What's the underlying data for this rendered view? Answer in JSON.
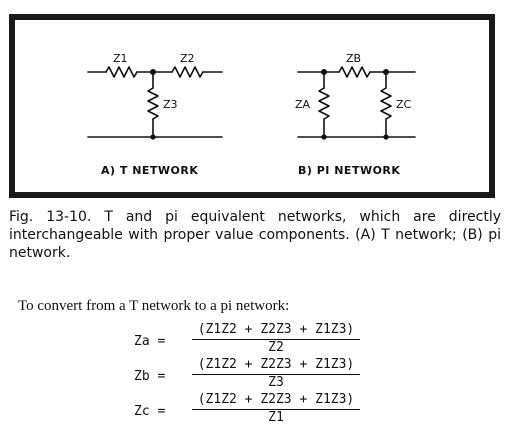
{
  "figure": {
    "t_network": {
      "label": "A) T NETWORK",
      "components": [
        "Z1",
        "Z2",
        "Z3"
      ]
    },
    "pi_network": {
      "label": "B) PI NETWORK",
      "components": [
        "ZB",
        "ZA",
        "ZC"
      ]
    },
    "caption": "Fig. 13-10. T and pi equivalent networks, which are directly interchangeable with proper value components. (A) T network; (B) pi network."
  },
  "conversion": {
    "intro": "To convert from a T network to a pi network:",
    "formulas": [
      {
        "lhs": "Za =",
        "numerator": "(Z1Z2 + Z2Z3 + Z1Z3)",
        "denominator": "Z2"
      },
      {
        "lhs": "Zb =",
        "numerator": "(Z1Z2 + Z2Z3 + Z1Z3)",
        "denominator": "Z3"
      },
      {
        "lhs": "Zc =",
        "numerator": "(Z1Z2 + Z2Z3 + Z1Z3)",
        "denominator": "Z1"
      }
    ]
  }
}
